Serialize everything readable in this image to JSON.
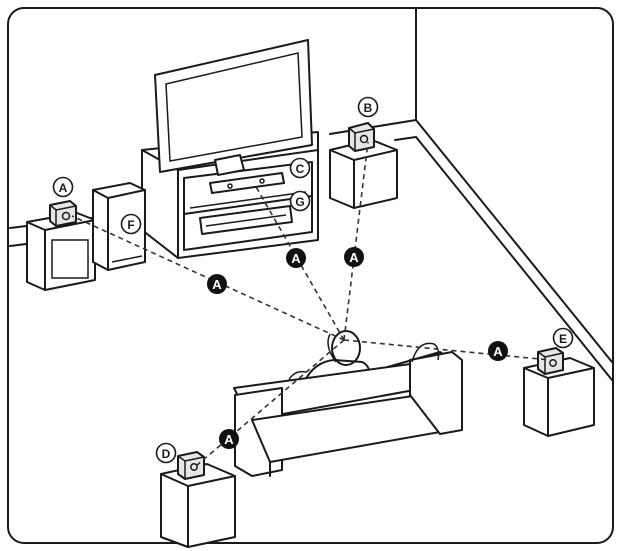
{
  "diagram": {
    "distance_marker": "A",
    "speaker_labels": {
      "front_left": "A",
      "front_right": "B",
      "center": "C",
      "rear_left": "D",
      "rear_right": "E",
      "subwoofer": "F",
      "receiver": "G"
    },
    "colors": {
      "line": "#1a1a1a",
      "background": "#ffffff",
      "marker_fill": "#111111",
      "marker_text": "#ffffff"
    }
  }
}
